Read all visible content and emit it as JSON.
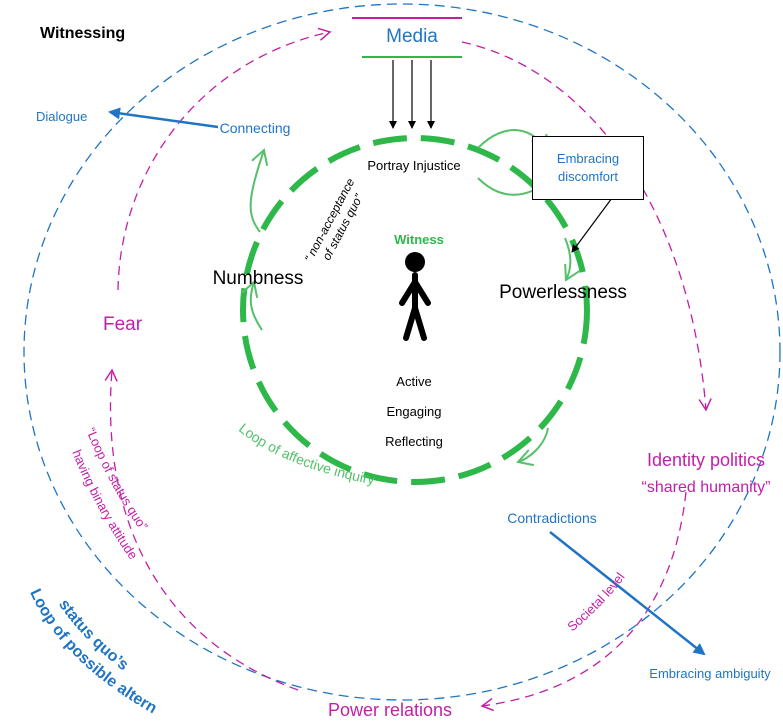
{
  "title": "Witnessing",
  "media": "Media",
  "portray_injustice": "Portray Injustice",
  "witness": "Witness",
  "numbness": "Numbness",
  "powerlessness": "Powerlessness",
  "non_acceptance": [
    "“ non-acceptance",
    "of status quo”"
  ],
  "center_words": [
    "Active",
    "Engaging",
    "Reflecting"
  ],
  "embracing_discomfort": [
    "Embracing",
    "discomfort"
  ],
  "connecting": "Connecting",
  "dialogue": "Dialogue",
  "fear": "Fear",
  "identity_politics": "Identity politics",
  "shared_humanity": "“shared humanity”",
  "contradictions": "Contradictions",
  "embracing_ambiguity": "Embracing  ambiguity",
  "power_relations": "Power relations",
  "societal_level": "Societal   level",
  "loop_affective": "Loop of affective inquiry",
  "loop_status_quo": [
    "“Loop of  status quo”",
    "having binary attitude"
  ],
  "loop_alternative": [
    "Loop of possible alternative",
    "status quo’s"
  ],
  "colors": {
    "green": "#2eb84a",
    "light_green": "#55c06a",
    "magenta": "#c21fa8",
    "blue": "#1f75c4",
    "black": "#000000"
  }
}
